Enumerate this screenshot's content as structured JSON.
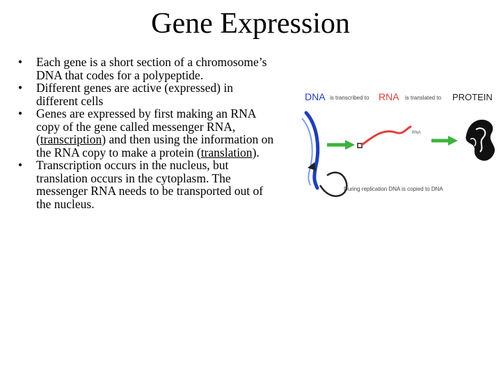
{
  "slide": {
    "title": "Gene Expression",
    "bullet_symbol": "•",
    "bullets": {
      "b1": "Each gene is a short section of a chromosome’s DNA that codes for a polypeptide.",
      "b2": "Different genes are active (expressed) in different cells",
      "b3_pre": "Genes are expressed by first making an RNA copy of the gene called messenger RNA,(",
      "b3_u1": "transcription",
      "b3_mid": ") and then using the information on the  RNA copy to make a protein (",
      "b3_u2": "translation",
      "b3_post": ").",
      "b4": "Transcription occurs in the nucleus, but translation occurs in the cytoplasm.  The messenger RNA needs to be transported out of the nucleus."
    }
  },
  "figure": {
    "dna_label": "DNA",
    "transcribed_label": "is transcribed to",
    "rna_label": "RNA",
    "translated_label": "is translated to",
    "protein_label": "PROTEIN",
    "rna_strand_label": "RNA",
    "replication_caption": "During replication DNA is copied to DNA",
    "colors": {
      "dna_blue": "#1f3fb8",
      "rna_red": "#e0403a",
      "arrow_green": "#3cb33c",
      "text_gray": "#444444"
    }
  }
}
